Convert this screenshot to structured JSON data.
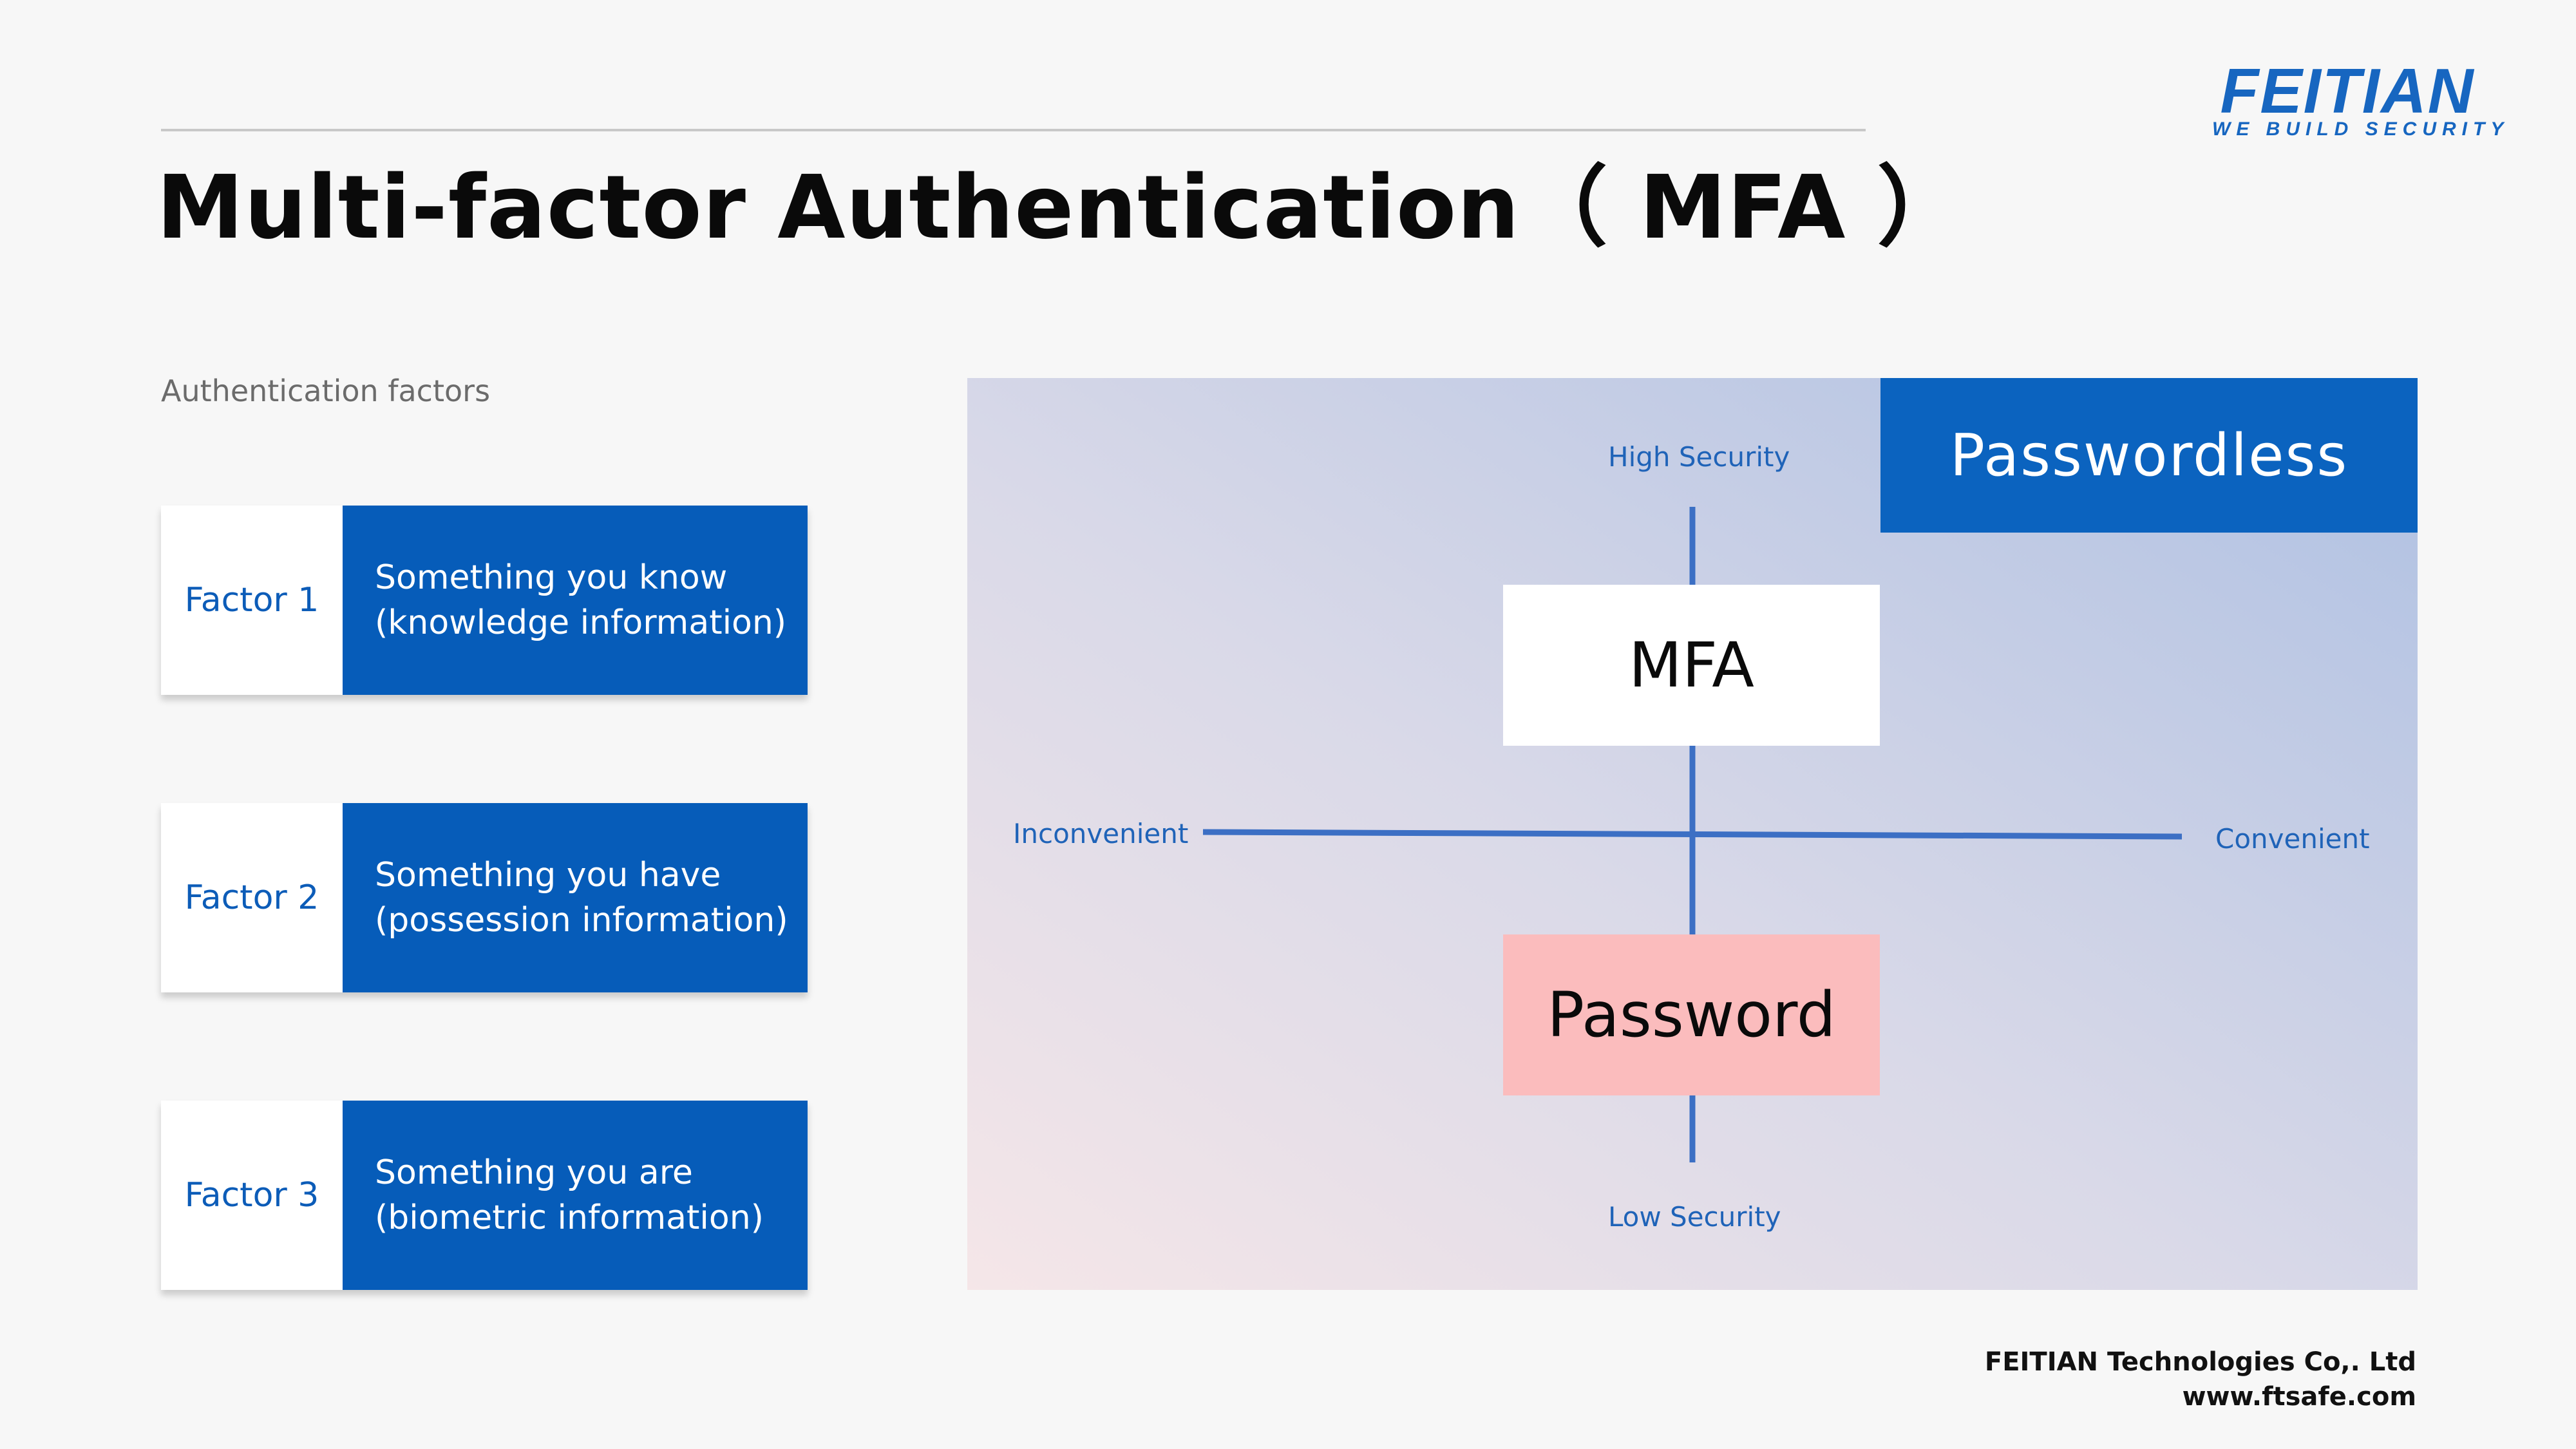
{
  "header": {
    "title": "Multi-factor Authentication（ MFA ）"
  },
  "logo": {
    "wordmark": "FEITIAN",
    "tagline": "WE BUILD SECURITY",
    "color": "#1766c0"
  },
  "factors": {
    "section_label": "Authentication factors",
    "items": [
      {
        "name": "Factor 1",
        "line1": "Something you know",
        "line2": "(knowledge information)"
      },
      {
        "name": "Factor 2",
        "line1": "Something you have",
        "line2": "(possession information)"
      },
      {
        "name": "Factor 3",
        "line1": "Something you are",
        "line2": "(biometric information)"
      }
    ]
  },
  "diagram": {
    "axes": {
      "top": "High Security",
      "bottom": "Low Security",
      "left": "Inconvenient",
      "right": "Convenient"
    },
    "boxes": {
      "passwordless": "Passwordless",
      "mfa": "MFA",
      "password": "Password"
    },
    "colors": {
      "primary_blue": "#065cb9",
      "axis_blue": "#3c6fc4",
      "password_pink": "#fbbcbd"
    }
  },
  "footer": {
    "company": "FEITIAN Technologies Co,. Ltd",
    "website": "www.ftsafe.com"
  }
}
